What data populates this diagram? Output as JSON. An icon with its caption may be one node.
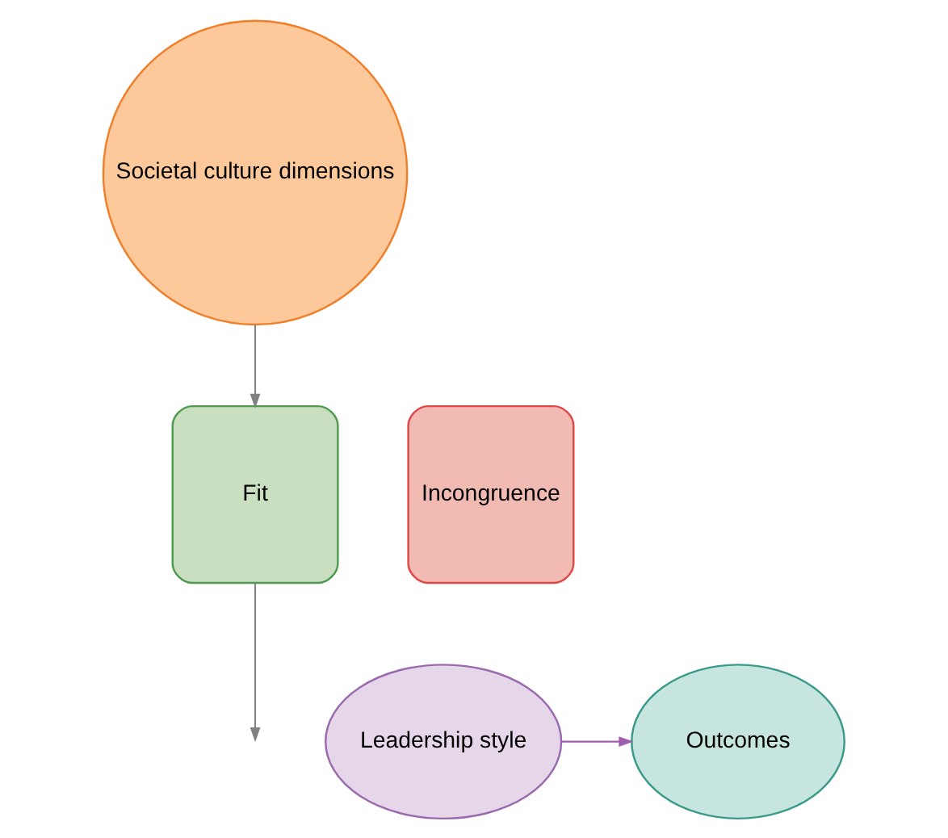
{
  "diagram": {
    "nodes": [
      {
        "text": [
          "Societal culture dimensions"
        ]
      },
      {
        "text": [
          "Fit"
        ]
      },
      {
        "text": [
          "Incongruence"
        ]
      },
      {
        "text": [
          "Leadership style"
        ]
      },
      {
        "text": [
          "Outcomes"
        ]
      }
    ],
    "edges": [
      {
        "from": 0,
        "to": 1,
        "arrow": "to"
      },
      {
        "from": 1,
        "to": null,
        "arrow": "to"
      },
      {
        "from": 3,
        "to": 4,
        "arrow": "to",
        "color": "#a05cb0"
      }
    ]
  }
}
